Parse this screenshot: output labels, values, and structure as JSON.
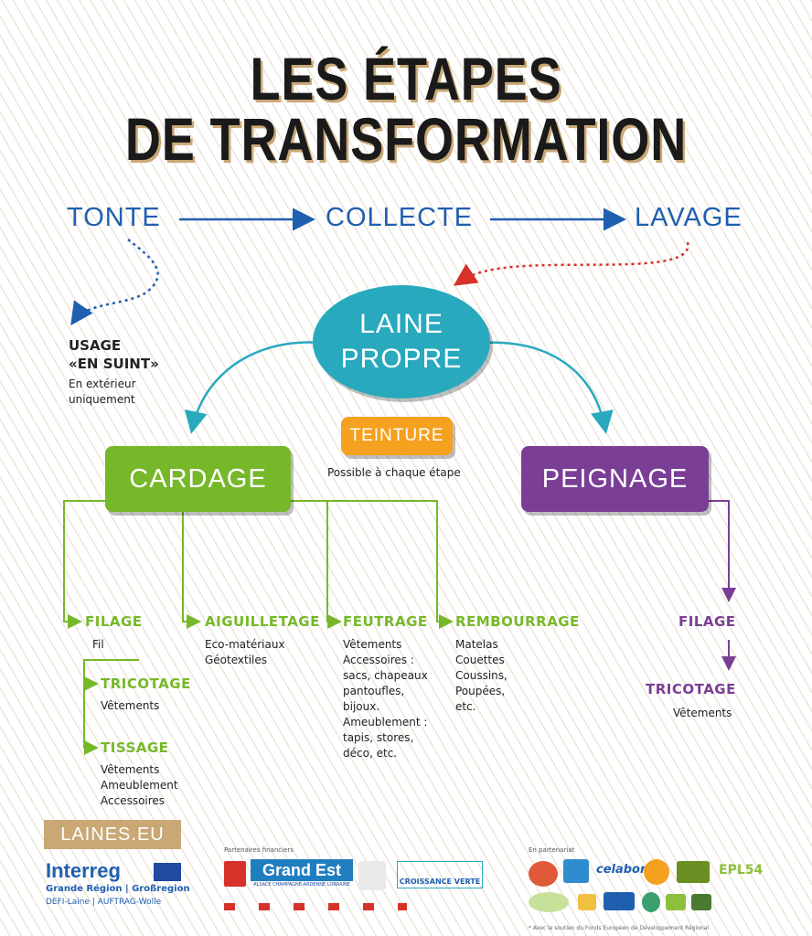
{
  "title": {
    "line1": "LES ÉTAPES",
    "line2": "DE TRANSFORMATION"
  },
  "steps": {
    "tonte": "TONTE",
    "collecte": "COLLECTE",
    "lavage": "LAVAGE"
  },
  "usage": {
    "line1": "USAGE",
    "line2": "«EN SUINT»",
    "note1": "En extérieur",
    "note2": "uniquement"
  },
  "center": {
    "line1": "LAINE",
    "line2": "PROPRE"
  },
  "teinture": {
    "label": "TEINTURE",
    "note": "Possible à chaque étape"
  },
  "cardage": "CARDAGE",
  "peignage": "PEIGNAGE",
  "colors": {
    "blue": "#1f5fb0",
    "teal": "#29a9be",
    "green": "#77b82a",
    "purple": "#7a3f95",
    "orange": "#f5a120",
    "red": "#d6322a"
  },
  "cardage_branches": {
    "filage": {
      "label": "FILAGE",
      "items": [
        "Fil"
      ]
    },
    "tricotage": {
      "label": "TRICOTAGE",
      "items": [
        "Vêtements"
      ]
    },
    "tissage": {
      "label": "TISSAGE",
      "items": [
        "Vêtements",
        "Ameublement",
        "Accessoires"
      ]
    },
    "aiguilletage": {
      "label": "AIGUILLETAGE",
      "items": [
        "Eco-matériaux",
        "Géotextiles"
      ]
    },
    "feutrage": {
      "label": "FEUTRAGE",
      "items": [
        "Vêtements",
        "Accessoires :",
        "sacs, chapeaux",
        "pantoufles,",
        "bijoux.",
        "Ameublement :",
        "tapis, stores,",
        "déco, etc."
      ]
    },
    "rembourrage": {
      "label": "REMBOURRAGE",
      "items": [
        "Matelas",
        "Couettes",
        "Coussins,",
        "Poupées,",
        "etc."
      ]
    }
  },
  "peignage_branches": {
    "filage": {
      "label": "FILAGE"
    },
    "tricotage": {
      "label": "TRICOTAGE",
      "items": [
        "Vêtements"
      ]
    }
  },
  "footer": {
    "laines": "LAINES.EU",
    "interreg": "Interreg",
    "interreg_sub": "Grande Région | Großregion",
    "defi": "DEFI-Laine | AUFTRAG-Wolle",
    "partners_fin": "Partenaires financiers",
    "grand_est": "Grand Est",
    "grand_est_sub": "ALSACE CHAMPAGNE-ARDENNE LORRAINE",
    "croissance": "CROISSANCE VERTE",
    "en_partenariat": "En partenariat",
    "celabor": "celabor",
    "epl": "EPL54",
    "soutien": "* Avec le soutien du Fonds Européen de Développement Régional"
  }
}
